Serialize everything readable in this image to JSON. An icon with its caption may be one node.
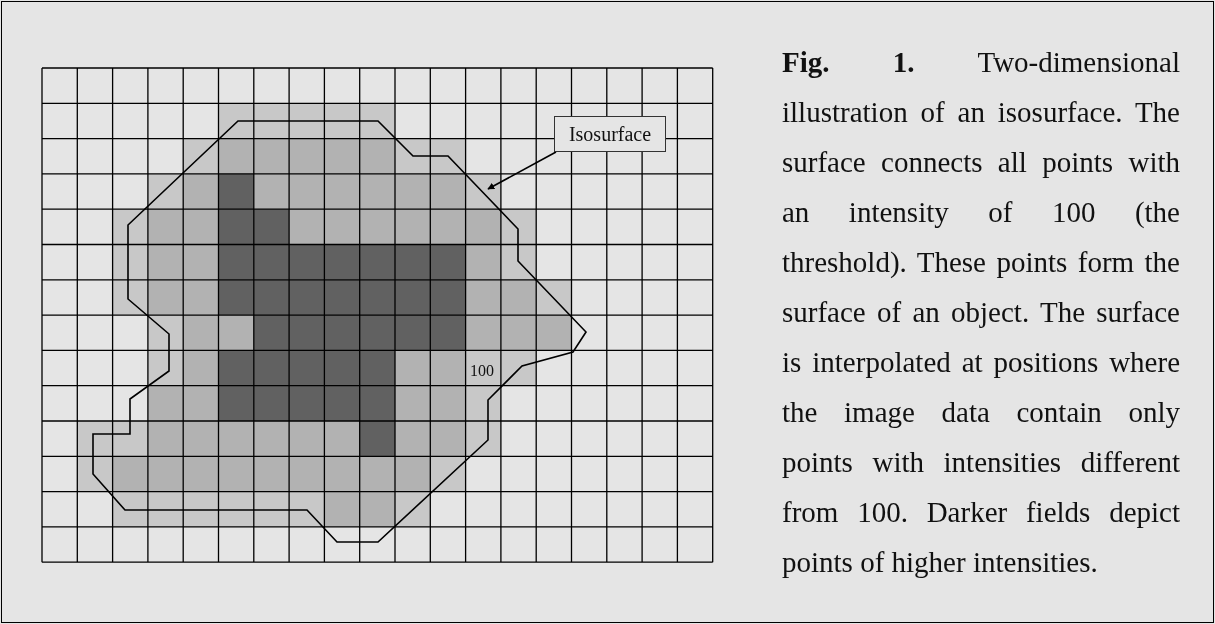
{
  "diagram": {
    "caption": "**Fig. 1.** Two-dimensional illustration of an isosurface. The surface connects all points with an intensity of 100 (the threshold). These points form the surface of an object. The surface is interpolated at positions where the image data contain only points with intensities different from 100. Darker fields depict points of higher intensities.",
    "nodes": [
      {
        "text": [
          "Isosurface"
        ]
      },
      {
        "text": [],
        "shape": "line"
      }
    ],
    "edges": [
      {
        "from": 0,
        "to": 1,
        "arrow": "to"
      }
    ],
    "labels": [
      "100"
    ]
  }
}
